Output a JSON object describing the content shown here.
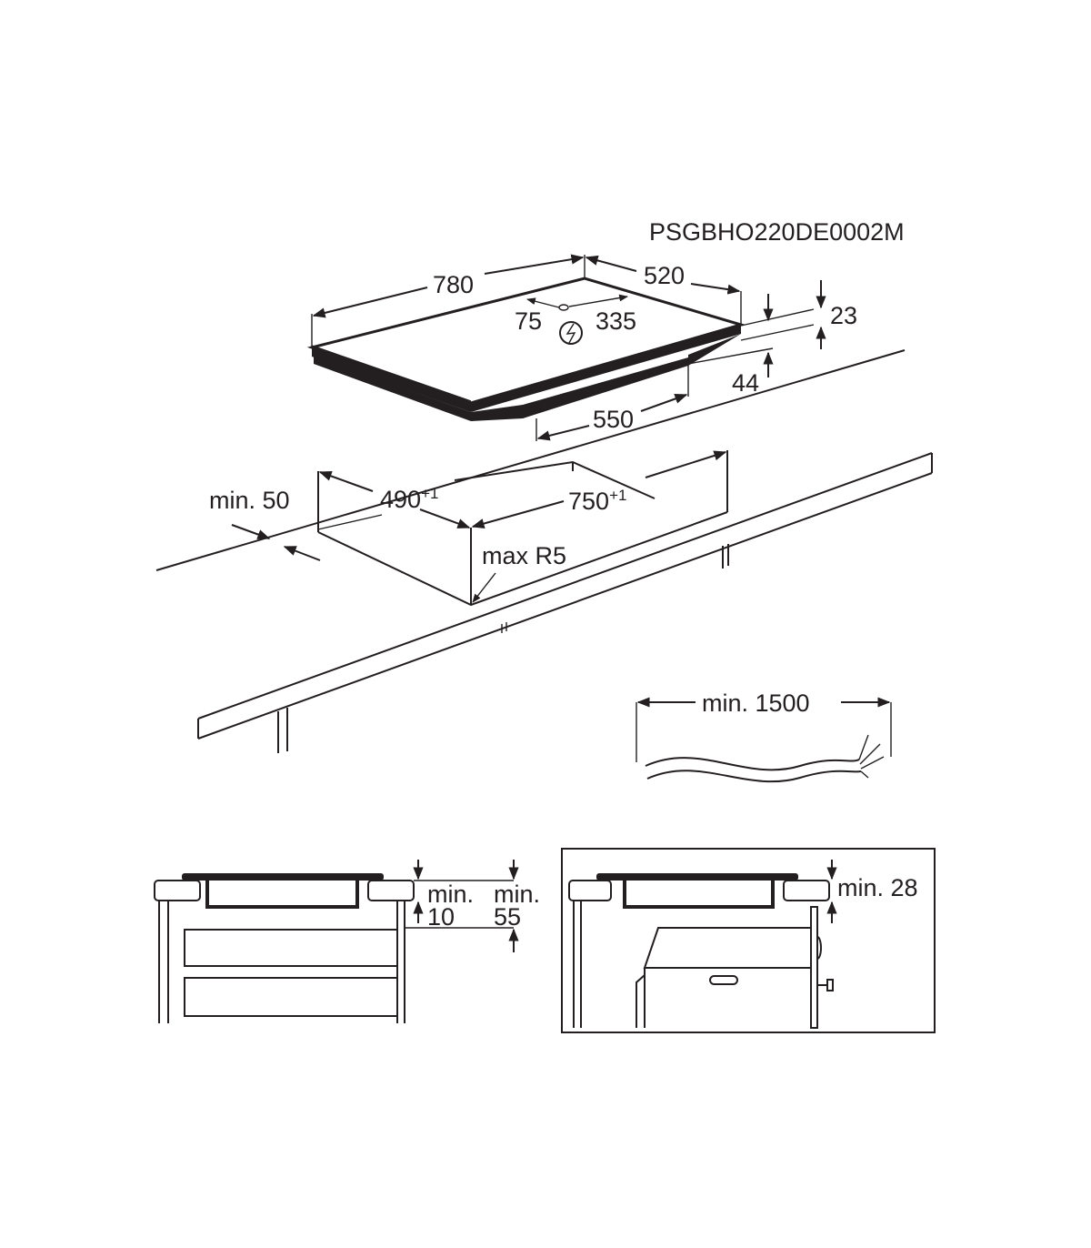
{
  "model_code": "PSGBHO220DE0002M",
  "hob": {
    "width": "780",
    "depth": "520",
    "conn_left": "75",
    "conn_right": "335",
    "glass_height": "23",
    "total_height": "44",
    "base_width": "550"
  },
  "cutout": {
    "min_edge": "min. 50",
    "depth": "490",
    "depth_tol": "+1",
    "width": "750",
    "width_tol": "+1",
    "radius": "max R5"
  },
  "cable": {
    "length": "min. 1500"
  },
  "section_drawers": {
    "label_a": "min.",
    "value_a": "10",
    "label_b": "min.",
    "value_b": "55"
  },
  "section_oven": {
    "label": "min. 28"
  },
  "colors": {
    "ink": "#231f20",
    "background": "#ffffff"
  }
}
